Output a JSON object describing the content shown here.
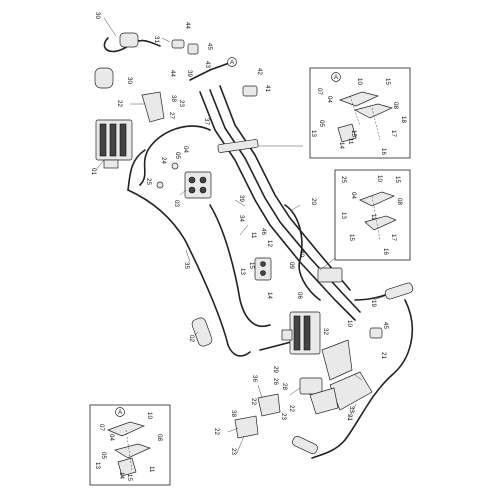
{
  "callouts": {
    "c30a": "30",
    "c30b": "30",
    "c31": "31",
    "c44a": "44",
    "c44b": "44",
    "c45a": "45",
    "c43": "43",
    "cA1": "A",
    "c42": "42",
    "c41": "41",
    "c39a": "39",
    "c38a": "38",
    "c23a": "23",
    "c22a": "22",
    "c27": "27",
    "c37": "37",
    "c01": "01",
    "c04a": "04",
    "c05a": "05",
    "c24": "24",
    "c25a": "25",
    "c03": "03",
    "c39b": "39",
    "c34": "34",
    "c35": "35",
    "c20": "20",
    "c11a": "11",
    "c12": "12",
    "c46": "46",
    "c13a": "13",
    "c15a": "15",
    "c09": "09",
    "c14a": "14",
    "c40": "40",
    "c06": "06",
    "c19": "19",
    "c02": "02",
    "c32": "32",
    "c10a": "10",
    "c45b": "45",
    "c21a": "21",
    "c36": "36",
    "c29": "29",
    "c26": "26",
    "c28": "28",
    "c22b": "22",
    "c33": "33",
    "c38b": "38",
    "c22c": "22",
    "c23b": "23",
    "c21b": "21",
    "c22d": "22",
    "c23c": "23"
  },
  "inset_top_right": {
    "A": "A",
    "c07": "07",
    "c04": "04",
    "c10": "10",
    "c15": "15",
    "c05": "05",
    "c08": "08",
    "c13": "13",
    "c14": "14",
    "c11": "11",
    "c15b": "15",
    "c17": "17",
    "c18": "18",
    "c16": "16"
  },
  "inset_mid_right": {
    "c25": "25",
    "c10": "10",
    "c15": "15",
    "c04": "04",
    "c08": "08",
    "c13": "13",
    "c11": "11",
    "c15b": "15",
    "c17": "17",
    "c16": "16"
  },
  "inset_bottom_left": {
    "A": "A",
    "c07": "07",
    "c04": "04",
    "c10": "10",
    "c05": "05",
    "c08": "08",
    "c13": "13",
    "c14": "14",
    "c15": "15",
    "c11": "11"
  }
}
